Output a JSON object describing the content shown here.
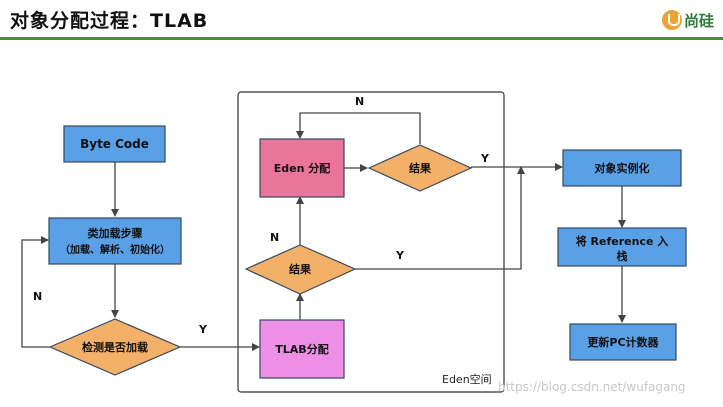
{
  "header": {
    "title": "对象分配过程：TLAB",
    "logo_text": "尚硅"
  },
  "diagram": {
    "nodes": {
      "byte_code": "Byte Code",
      "class_load_line1": "类加载步骤",
      "class_load_line2": "（加载、解析、初始化）",
      "check_loaded": "检测是否加载",
      "tlab_alloc": "TLAB分配",
      "result_lower": "结果",
      "eden_alloc": "Eden 分配",
      "result_upper": "结果",
      "instantiate": "对象实例化",
      "push_ref_line1": "将 Reference 入",
      "push_ref_line2": "栈",
      "update_pc": "更新PC计数器"
    },
    "eden_region_label": "Eden空间",
    "edge_labels": {
      "check_no": "N",
      "check_yes": "Y",
      "lower_no": "N",
      "lower_yes": "Y",
      "upper_no": "N",
      "upper_yes": "Y"
    }
  },
  "watermark": "https://blog.csdn.net/wufagang",
  "colors": {
    "blue_box": "#5aa0e6",
    "pink_box": "#e9759a",
    "magenta_box": "#ee8fe6",
    "diamond": "#f2b069",
    "header_rule": "#4a8f3c"
  }
}
